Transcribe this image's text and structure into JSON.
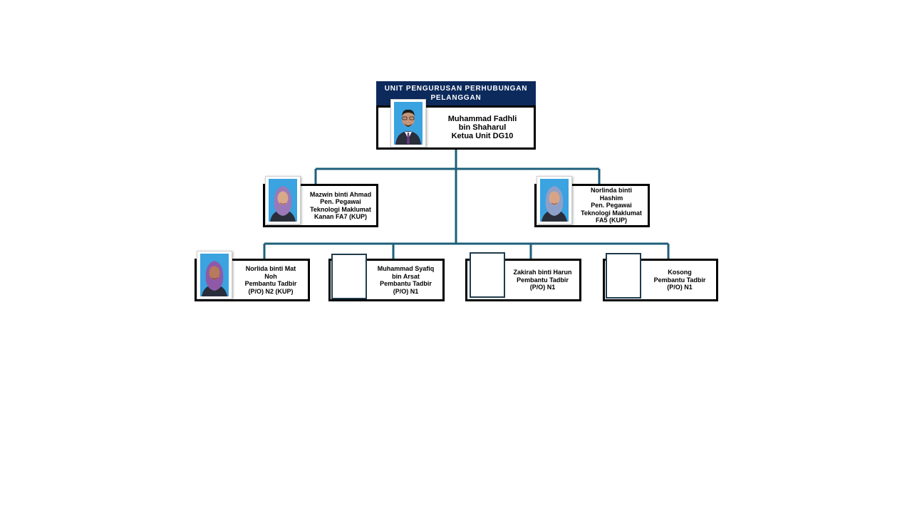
{
  "header": {
    "title": "UNIT PENGURUSAN PERHUBUNGAN PELANGGAN"
  },
  "head": {
    "line1": "Muhammad Fadhli",
    "line2": "bin Shaharul",
    "line3": "Ketua Unit DG10"
  },
  "level2": [
    {
      "line1": "Mazwin binti Ahmad",
      "line2": "Pen. Pegawai",
      "line3": "Teknologi Maklumat",
      "line4": "Kanan FA7 (KUP)"
    },
    {
      "line1": "Norlinda binti",
      "line2": "Hashim",
      "line3": "Pen. Pegawai",
      "line4": "Teknologi Maklumat",
      "line5": "FA5 (KUP)"
    }
  ],
  "level3": [
    {
      "line1": "Norlida binti Mat",
      "line2": "Noh",
      "line3": "Pembantu Tadbir",
      "line4": "(P/O) N2 (KUP)"
    },
    {
      "line1": "Muhammad Syafiq",
      "line2": "bin Arsat",
      "line3": "Pembantu Tadbir",
      "line4": "(P/O) N1"
    },
    {
      "line1": "Zakirah binti Harun",
      "line2": "Pembantu Tadbir",
      "line3": "(P/O) N1"
    },
    {
      "line1": "Kosong",
      "line2": "Pembantu Tadbir",
      "line3": "(P/O) N1"
    }
  ],
  "colors": {
    "header_bg": "#0d2a5c",
    "connector": "#1e5f7a",
    "border": "#000000"
  }
}
